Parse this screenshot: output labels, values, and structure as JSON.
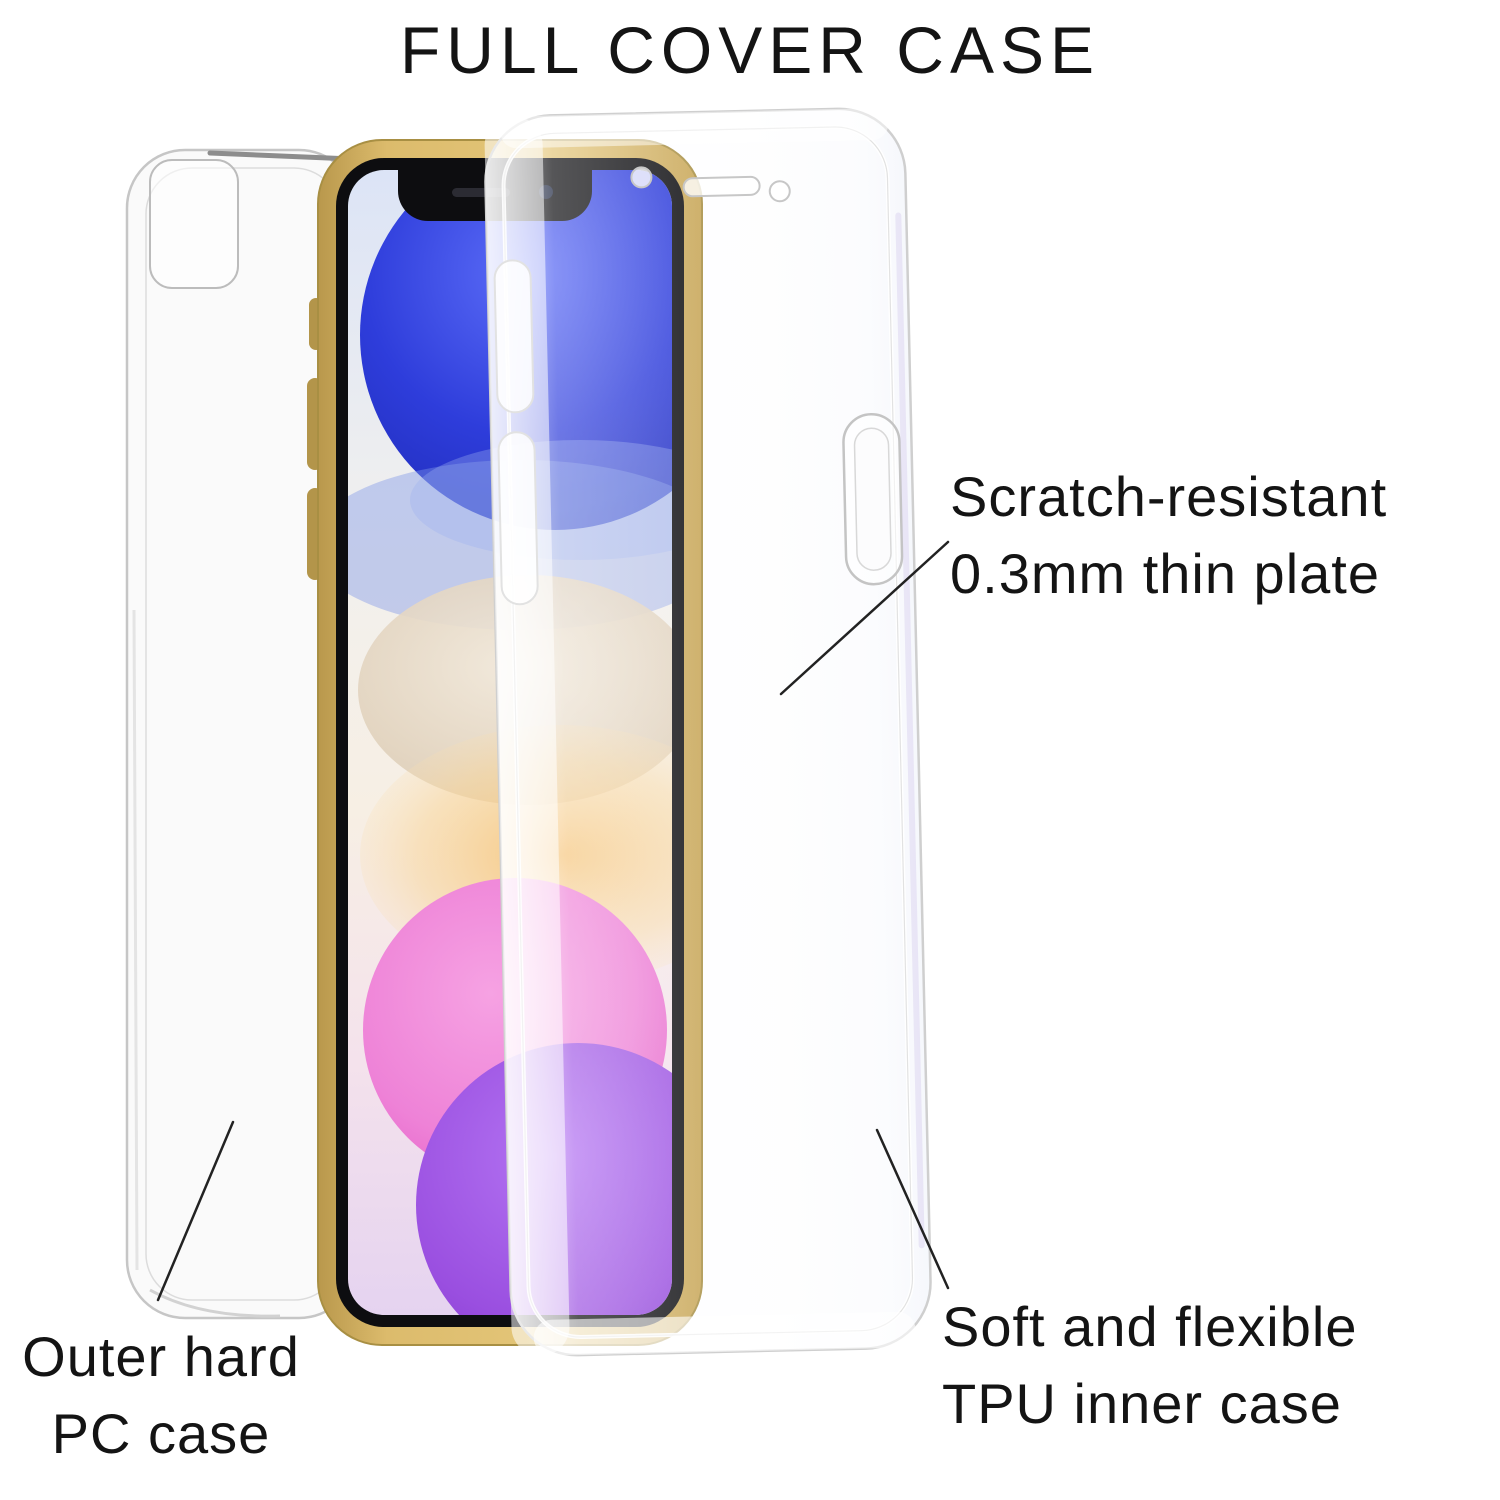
{
  "title": "FULL COVER CASE",
  "annotations": {
    "thin_plate": {
      "line1": "Scratch-resistant",
      "line2": "0.3mm thin plate"
    },
    "pc_case": {
      "line1": "Outer hard",
      "line2": "PC case"
    },
    "tpu_case": {
      "line1": "Soft and flexible",
      "line2": "TPU inner case"
    }
  },
  "product_parts": {
    "front_plate": "Scratch-resistant 0.3mm thin plate",
    "outer_case": "Outer hard PC case",
    "inner_case": "Soft and flexible TPU inner case",
    "phone": "Yellow smartphone with colorful bubble wallpaper"
  },
  "colors": {
    "background": "#ffffff",
    "text": "#141414",
    "phone_gold": "#d9b766",
    "wallpaper_blue": "#2e3ddb",
    "wallpaper_cream": "#e7dcc9",
    "wallpaper_orange": "#f5c788",
    "wallpaper_pink": "#ee82d7",
    "wallpaper_purple": "#9a4fe0",
    "case_outline": "#c9c9c9",
    "leader_line": "#222222"
  }
}
